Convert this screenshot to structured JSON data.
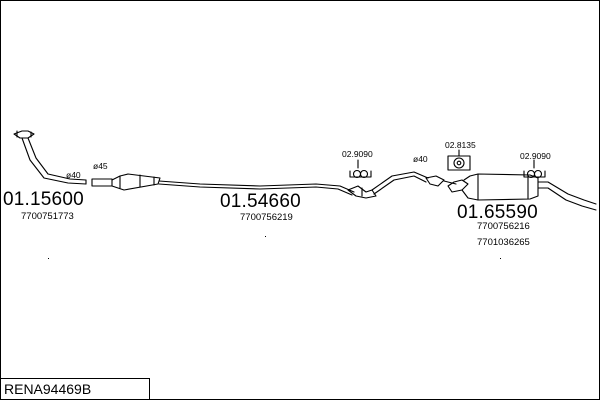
{
  "diagram": {
    "reference_code": "RENA94469B",
    "parts": [
      {
        "part_number": "01.15600",
        "oe_numbers": [
          "7700751773"
        ]
      },
      {
        "part_number": "01.54660",
        "oe_numbers": [
          "7700756219"
        ]
      },
      {
        "part_number": "01.65590",
        "oe_numbers": [
          "7700756216",
          "7701036265"
        ]
      }
    ],
    "mounting_parts": [
      {
        "part_number": "02.9090"
      },
      {
        "part_number": "02.8135"
      },
      {
        "part_number": "02.9090"
      }
    ],
    "pipe_diameters": [
      "ø40",
      "ø45",
      "ø40"
    ]
  }
}
